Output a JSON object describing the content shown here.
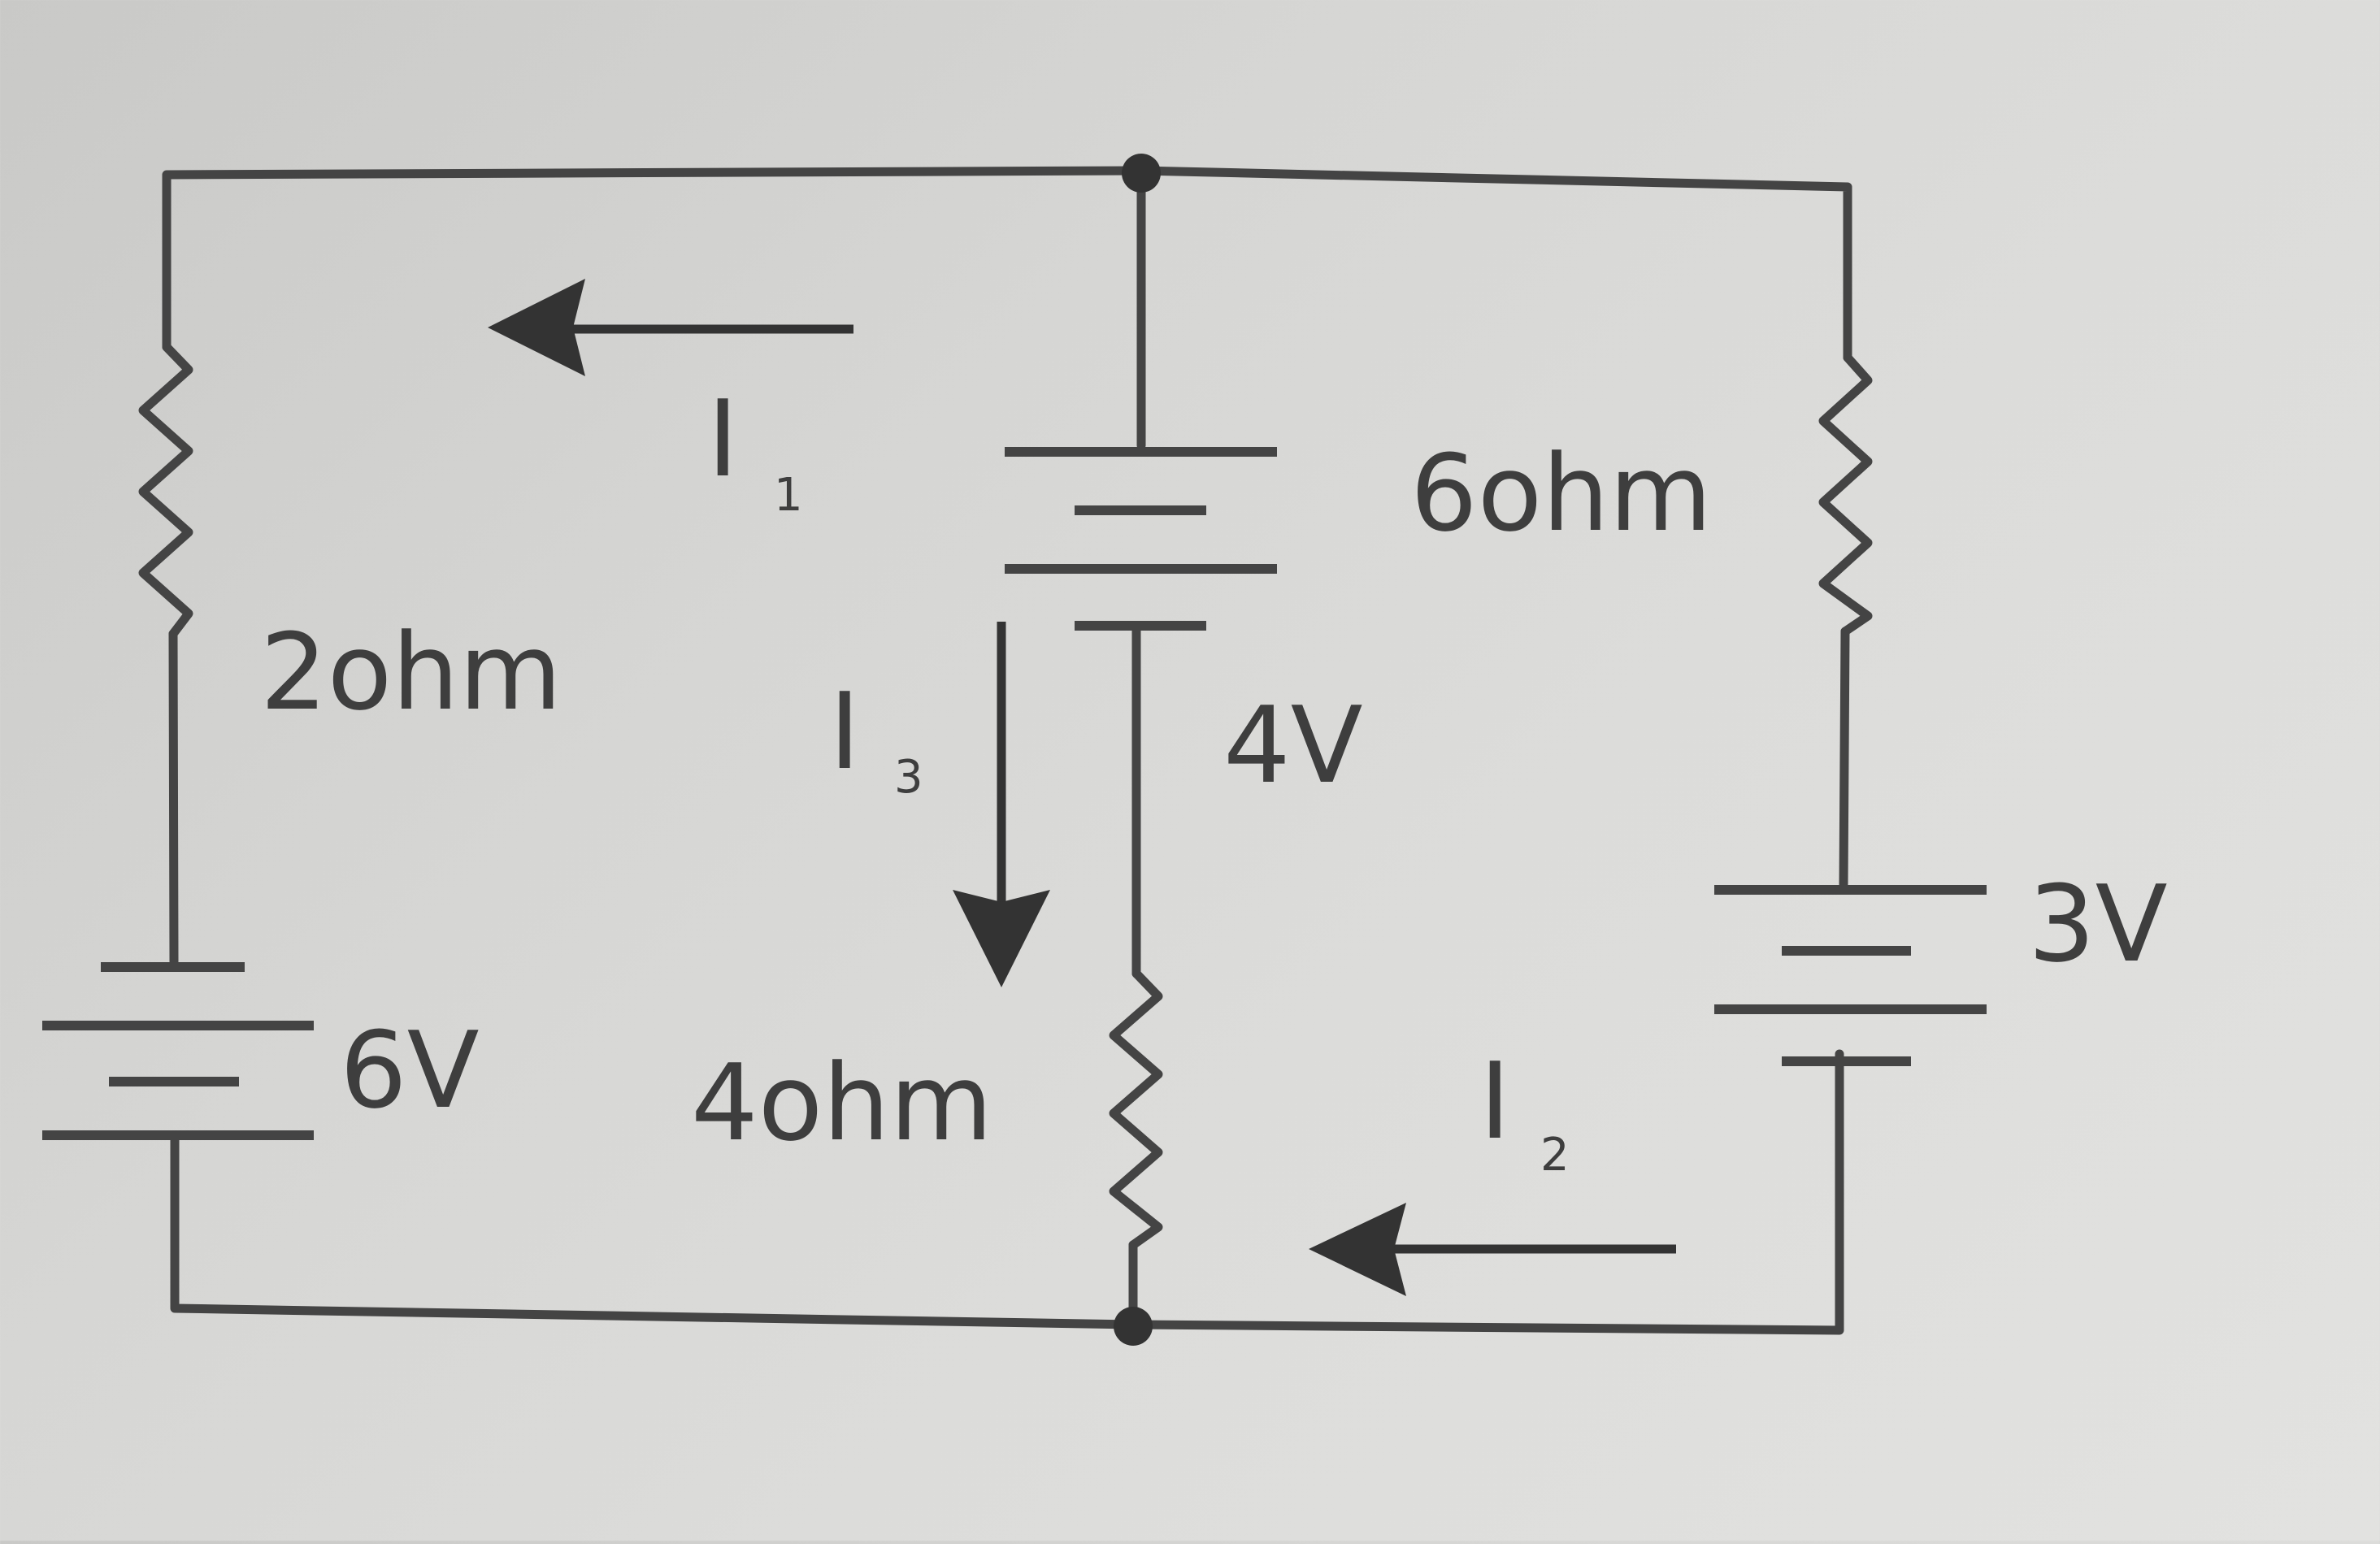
{
  "labels": {
    "r_left": "2ohm",
    "r_middle": "4ohm",
    "r_right": "6ohm",
    "v_left": "6V",
    "v_middle": "4V",
    "v_right": "3V"
  },
  "currents": {
    "i1": {
      "main": "I",
      "sub": "1"
    },
    "i2": {
      "main": "I",
      "sub": "2"
    },
    "i3": {
      "main": "I",
      "sub": "3"
    }
  }
}
